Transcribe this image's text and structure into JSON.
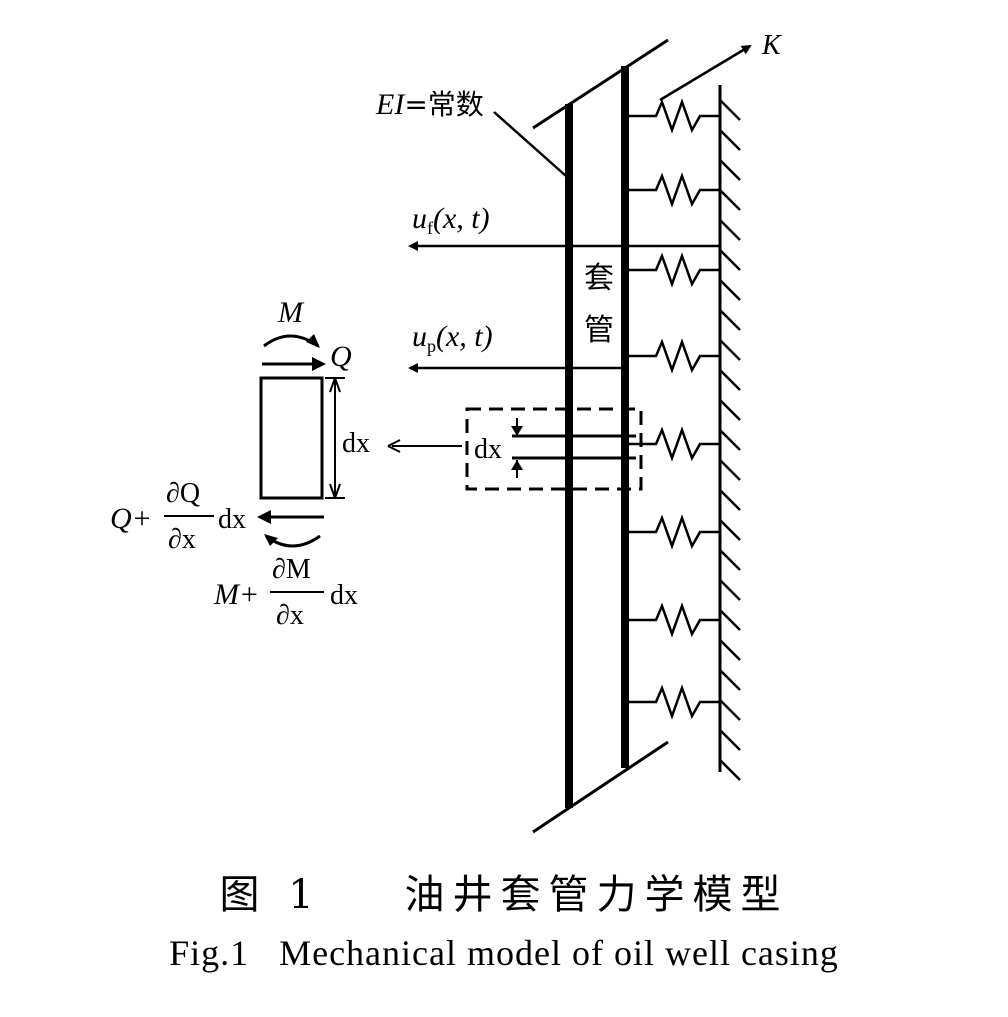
{
  "labels": {
    "ei_main": "EI",
    "ei_rest": "=常数",
    "k": "K",
    "uf_u": "u",
    "uf_sub": "f",
    "uf_args": "(x, t)",
    "up_u": "u",
    "up_sub": "p",
    "up_args": "(x, t)",
    "casing_1": "套",
    "casing_2": "管",
    "dx_element": "dx",
    "dx_zoom": "dx",
    "m_top": "M",
    "q_top": "Q",
    "q_bottom_lhs": "Q+",
    "m_bottom_lhs": "M+",
    "partial_q": "∂Q",
    "partial_m": "∂M",
    "partial_x_q": "∂x",
    "partial_x_m": "∂x",
    "dx_q": "dx",
    "dx_m": "dx"
  },
  "caption": {
    "zh_num": "图 1",
    "zh_title": "油井套管力学模型",
    "en_num": "Fig.1",
    "en_title": "Mechanical model of oil well casing"
  }
}
